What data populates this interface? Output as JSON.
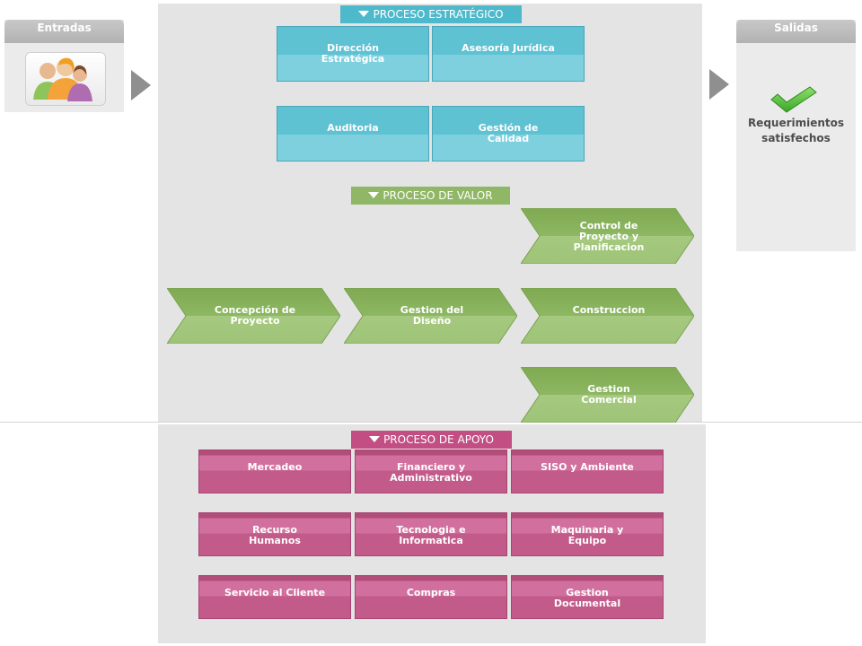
{
  "inputs": {
    "title": "Entradas",
    "icon": "people-icon"
  },
  "outputs": {
    "title": "Salidas",
    "icon": "checkmark-icon",
    "line1": "Requerimientos",
    "line2": "satisfechos"
  },
  "strategic": {
    "title": "PROCESO ESTRATÉGICO",
    "color": "#4fb9cc",
    "boxes": [
      {
        "line1": "Dirección",
        "line2": "Estratégica"
      },
      {
        "line1": "Asesoría Jurídica",
        "line2": ""
      },
      {
        "line1": "Auditoria",
        "line2": ""
      },
      {
        "line1": "Gestión de",
        "line2": "Calidad"
      }
    ]
  },
  "value": {
    "title": "PROCESO DE VALOR",
    "color": "#8fb765",
    "steps": [
      {
        "line1": "Control de",
        "line2": "Proyecto y",
        "line3": "Planificacion"
      },
      {
        "line1": "Concepción de",
        "line2": "Proyecto"
      },
      {
        "line1": "Gestion del",
        "line2": "Diseño"
      },
      {
        "line1": "Construccion"
      },
      {
        "line1": "Gestion",
        "line2": "Comercial"
      }
    ]
  },
  "support": {
    "title": "PROCESO DE APOYO",
    "color": "#c24e83",
    "boxes": [
      {
        "line1": "Mercadeo",
        "line2": ""
      },
      {
        "line1": "Financiero y",
        "line2": "Administrativo"
      },
      {
        "line1": "SISO y Ambiente",
        "line2": ""
      },
      {
        "line1": "Recurso",
        "line2": "Humanos"
      },
      {
        "line1": "Tecnologia e",
        "line2": "Informatica"
      },
      {
        "line1": "Maquinaria y",
        "line2": "Equipo"
      },
      {
        "line1": "Servicio al Cliente",
        "line2": ""
      },
      {
        "line1": "Compras",
        "line2": ""
      },
      {
        "line1": "Gestion",
        "line2": "Documental"
      }
    ]
  }
}
